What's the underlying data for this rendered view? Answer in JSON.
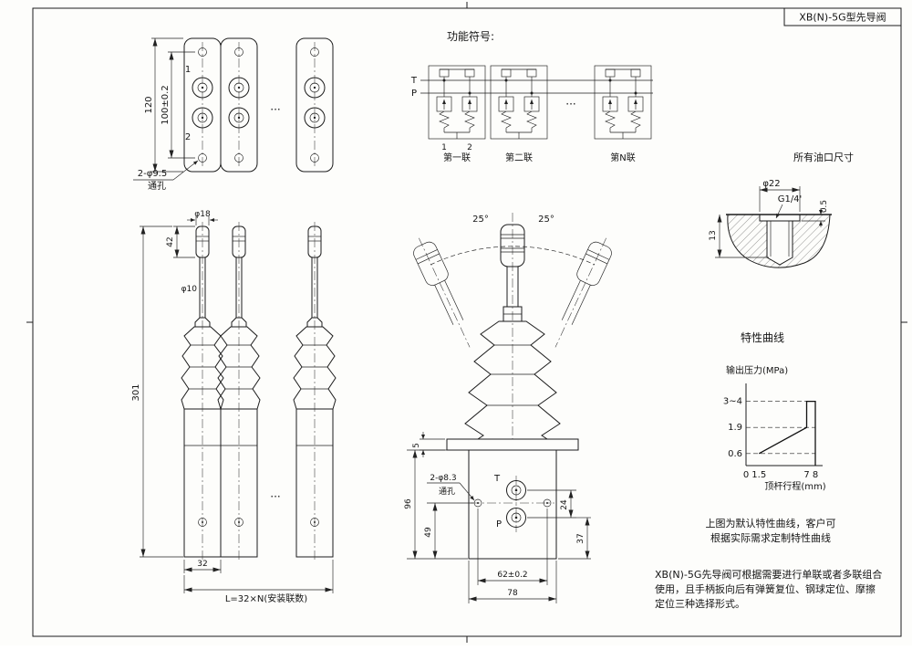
{
  "sheet": {
    "title": "XB(N)-5G型先导阀"
  },
  "top_view": {
    "dim_length": "120",
    "dim_hole_spacing": "100±0.2",
    "port1_label": "1",
    "port2_label": "2",
    "hole_note_line1": "2-φ9.5",
    "hole_note_line2": "通孔",
    "ellipsis": "···"
  },
  "schematic": {
    "heading": "功能符号:",
    "t_label": "T",
    "p_label": "P",
    "port1": "1",
    "port2": "2",
    "unit1": "第一联",
    "unit2": "第二联",
    "unitN": "第N联",
    "ellipsis": "···"
  },
  "port_detail": {
    "heading": "所有油口尺寸",
    "dim_dia": "φ22",
    "thread": "G1/4'",
    "dim_chamfer": "0.5",
    "dim_depth": "13"
  },
  "front_view": {
    "dim_knob_dia": "φ18",
    "dim_knob_len": "42",
    "dim_stem_dia": "φ10",
    "dim_height": "301",
    "dim_width": "32",
    "dim_total": "L=32×N(安装联数)",
    "ellipsis": "···"
  },
  "main_view": {
    "angle_left": "25°",
    "angle_right": "25°",
    "dim_plate": "5",
    "hole_note_line1": "2-φ8.3",
    "hole_note_line2": "通孔",
    "dim_96": "96",
    "dim_49": "49",
    "t_label": "T",
    "p_label": "P",
    "dim_24": "24",
    "dim_37": "37",
    "dim_hole_spacing": "62±0.2",
    "dim_width": "78"
  },
  "chart_data": {
    "type": "line",
    "title": "特性曲线",
    "ylabel": "输出压力(MPa)",
    "xlabel": "顶杆行程(mm)",
    "x_ticks": [
      {
        "v": 0,
        "label": "0"
      },
      {
        "v": 1.5,
        "label": "1.5"
      },
      {
        "v": 7,
        "label": "7"
      },
      {
        "v": 8,
        "label": "8"
      }
    ],
    "y_ticks": [
      {
        "v": 0.6,
        "label": "0.6"
      },
      {
        "v": 1.9,
        "label": "1.9"
      },
      {
        "v": 3.2,
        "label": "3~4"
      }
    ],
    "curve": [
      [
        1.5,
        0.6
      ],
      [
        7,
        1.9
      ],
      [
        7,
        3.2
      ],
      [
        8,
        3.2
      ],
      [
        8,
        0
      ]
    ],
    "xlim": [
      0,
      8.6
    ],
    "ylim": [
      0,
      4.2
    ],
    "grid": "dashed-y-ticks",
    "legend": "none"
  },
  "notes": {
    "curve_note_line1": "上图为默认特性曲线，客户可",
    "curve_note_line2": "根据实际需求定制特性曲线",
    "desc_line1": "XB(N)-5G先导阀可根据需要进行单联或者多联组合",
    "desc_line2": "使用，且手柄扳向后有弹簧复位、钢球定位、摩擦",
    "desc_line3": "定位三种选择形式。"
  }
}
